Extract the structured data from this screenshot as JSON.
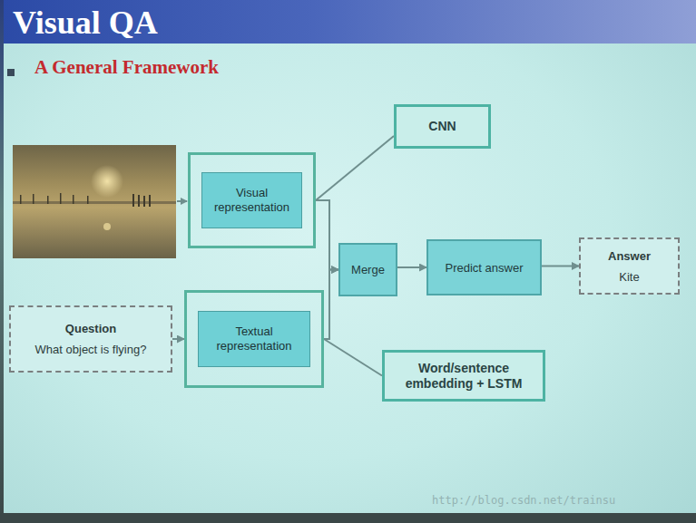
{
  "diagram": {
    "title": "Visual QA",
    "nodes": [
      {
        "text": [
          "CNN"
        ]
      },
      {
        "text": [
          "Visual representation"
        ]
      },
      {
        "text": [
          "Merge"
        ]
      },
      {
        "text": [
          "Predict answer"
        ]
      },
      {
        "text": [
          "Answer",
          "Kite"
        ]
      },
      {
        "text": [
          "Question",
          "What object is flying?"
        ]
      },
      {
        "text": [
          "Textual representation"
        ]
      },
      {
        "text": [
          "Word/sentence embedding + LSTM"
        ]
      }
    ],
    "edges": [
      {
        "from": 1,
        "to": 0,
        "arrow": "none"
      },
      {
        "from": 1,
        "to": 2,
        "arrow": "to"
      },
      {
        "from": 6,
        "to": 2,
        "arrow": "to"
      },
      {
        "from": 2,
        "to": 3,
        "arrow": "to"
      },
      {
        "from": 3,
        "to": 4,
        "arrow": "to"
      },
      {
        "from": 5,
        "to": 6,
        "arrow": "to"
      },
      {
        "from": 6,
        "to": 7,
        "arrow": "none"
      }
    ],
    "labels": [
      "A General Framework",
      "http://blog.csdn.net/trainsu"
    ]
  }
}
